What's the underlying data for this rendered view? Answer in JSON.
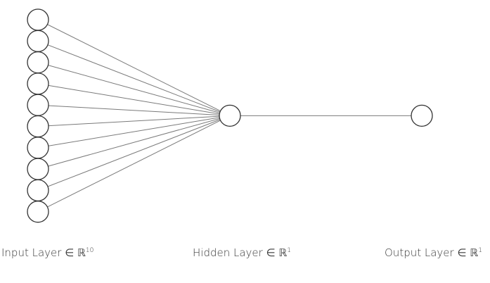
{
  "network": {
    "input_count": 10,
    "hidden_count": 1,
    "output_count": 1
  },
  "labels": {
    "input": {
      "text": "Input Layer ∈ ℝ",
      "dim": "10"
    },
    "hidden": {
      "text": "Hidden Layer ∈ ℝ",
      "dim": "1"
    },
    "output": {
      "text": "Output Layer ∈ ℝ",
      "dim": "1"
    }
  },
  "colors": {
    "edge": "#7a7a7a",
    "node_stroke": "#333333",
    "node_fill": "#ffffff",
    "text": "#3a3a3a"
  }
}
